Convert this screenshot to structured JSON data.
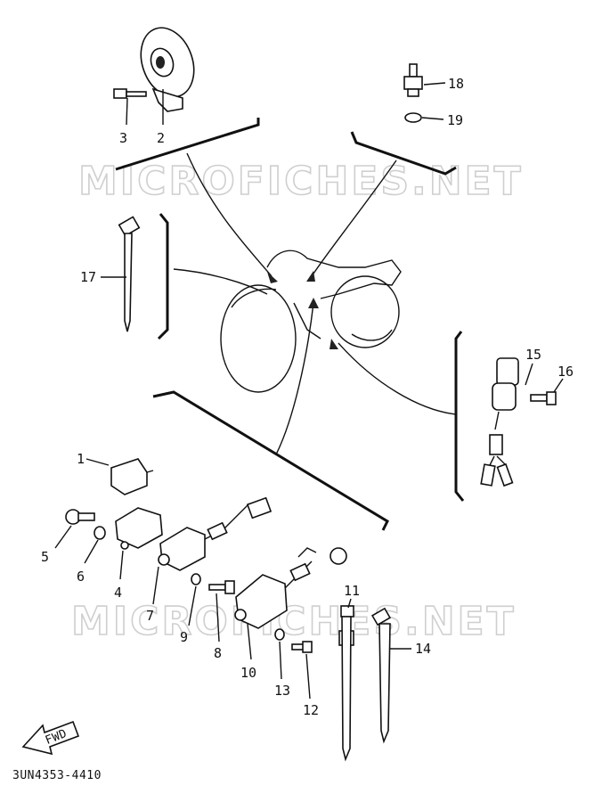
{
  "diagram": {
    "part_number": "3UN4353-4410",
    "watermark_top": "MICROFICHES.NET",
    "watermark_bottom": "MICROFICHES.NET",
    "fwd_label": "FWD",
    "callouts": [
      "1",
      "2",
      "3",
      "4",
      "5",
      "6",
      "7",
      "8",
      "9",
      "10",
      "11",
      "12",
      "13",
      "14",
      "15",
      "16",
      "17",
      "18",
      "19"
    ]
  }
}
